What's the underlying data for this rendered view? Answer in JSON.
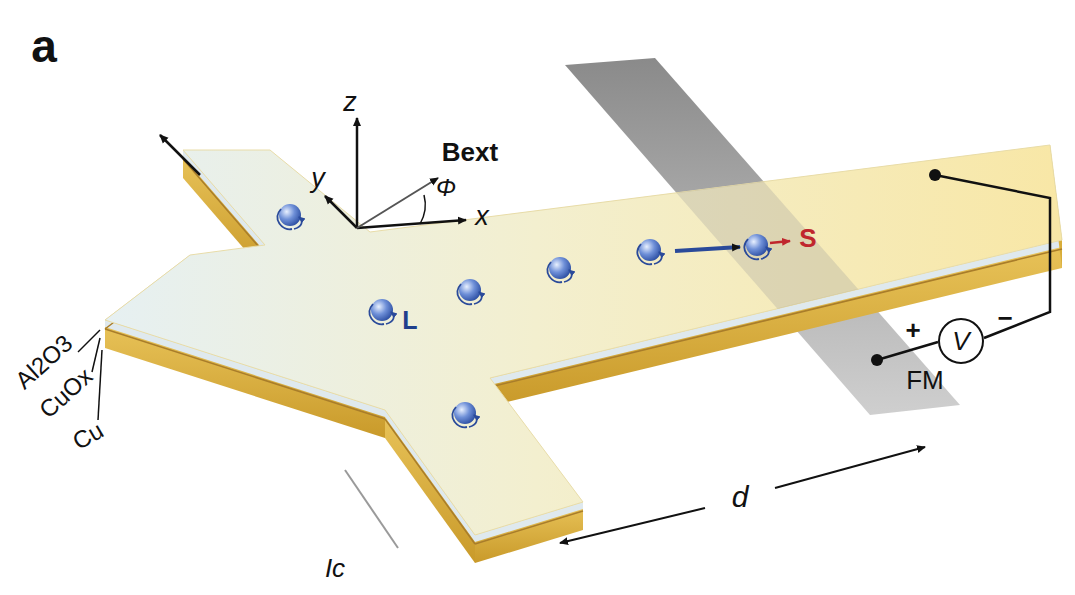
{
  "diagram": {
    "nodes": [
      {
        "text": [
          "V"
        ]
      }
    ],
    "labels": [
      "a",
      "z",
      "y",
      "Bext",
      "Φ",
      "x",
      "L",
      "S",
      "Al2O3",
      "CuOx",
      "Cu",
      "Ic",
      "FM",
      "d",
      "+",
      "−"
    ]
  }
}
